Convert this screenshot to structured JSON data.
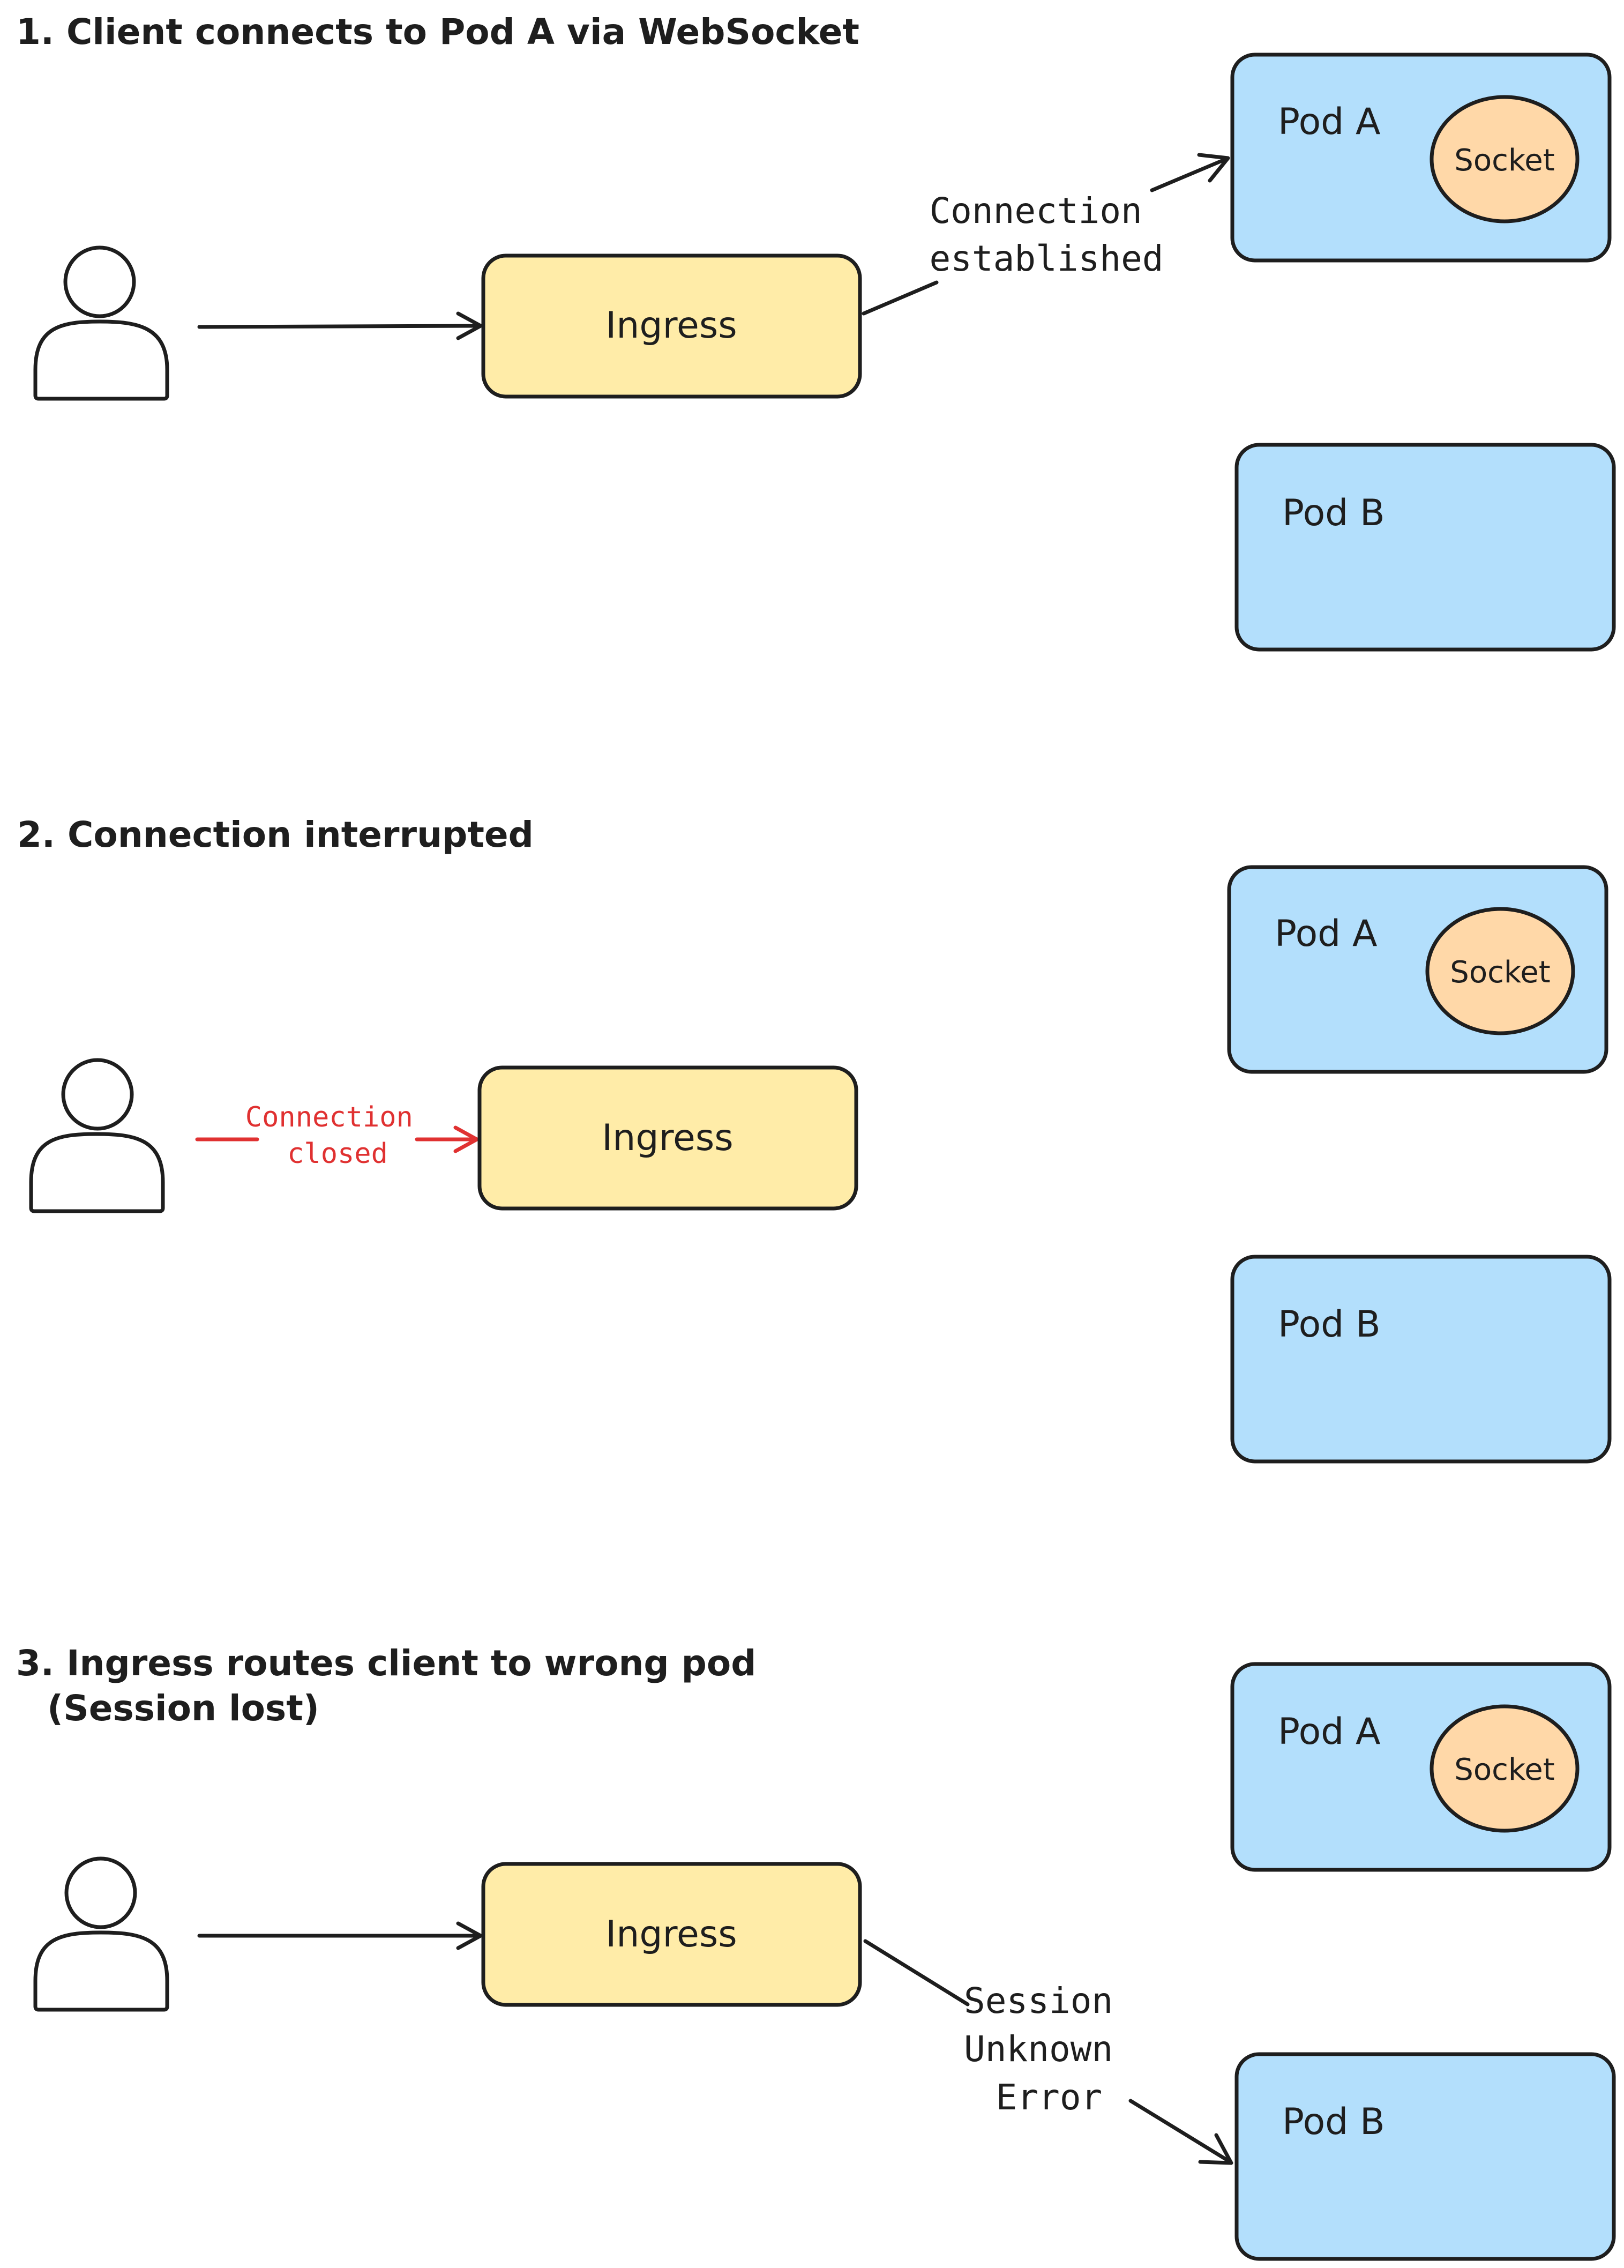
{
  "colors": {
    "stroke": "#1e1e1e",
    "ingress_fill": "#ffeca8",
    "pod_fill": "#b3dffc",
    "socket_fill": "#ffd8a8",
    "error_red": "#e03131"
  },
  "icons": {
    "client": "user-icon"
  },
  "sections": [
    {
      "heading": [
        "1. Client connects to Pod A via WebSocket"
      ],
      "ingress_label": "Ingress",
      "pod_a_label": "Pod A",
      "pod_b_label": "Pod B",
      "socket_label": "Socket",
      "note_lines": [
        "Connection",
        "established"
      ]
    },
    {
      "heading": [
        "2. Connection interrupted"
      ],
      "ingress_label": "Ingress",
      "pod_a_label": "Pod A",
      "pod_b_label": "Pod B",
      "socket_label": "Socket",
      "note_lines": [
        "Connection",
        "closed"
      ]
    },
    {
      "heading": [
        "3. Ingress routes client to wrong pod",
        "(Session lost)"
      ],
      "ingress_label": "Ingress",
      "pod_a_label": "Pod A",
      "pod_b_label": "Pod B",
      "socket_label": "Socket",
      "note_lines": [
        "Session",
        "Unknown",
        "Error"
      ]
    }
  ]
}
